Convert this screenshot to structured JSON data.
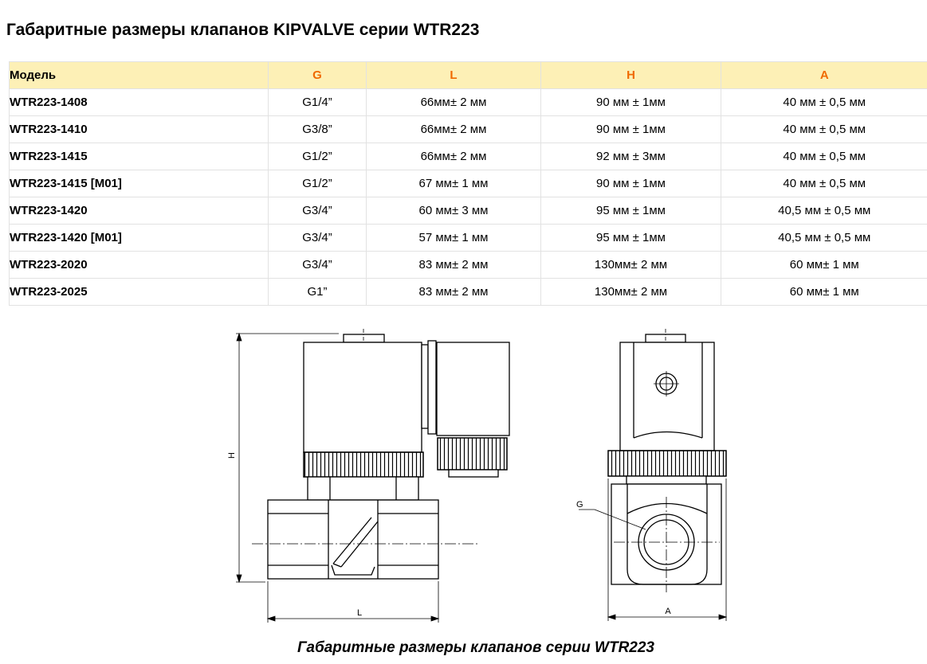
{
  "title": "Габаритные размеры клапанов KIPVALVE серии WTR223",
  "table": {
    "headers": [
      "Модель",
      "G",
      "L",
      "H",
      "A"
    ],
    "rows": [
      [
        "WTR223-1408",
        "G1/4”",
        "66мм± 2 мм",
        "90 мм ± 1мм",
        "40 мм ± 0,5 мм"
      ],
      [
        "WTR223-1410",
        "G3/8”",
        "66мм± 2 мм",
        "90 мм ± 1мм",
        "40 мм ± 0,5 мм"
      ],
      [
        "WTR223-1415",
        "G1/2”",
        "66мм± 2 мм",
        "92 мм ± 3мм",
        "40 мм ± 0,5 мм"
      ],
      [
        "WTR223-1415 [M01]",
        "G1/2”",
        "67 мм± 1 мм",
        "90 мм ± 1мм",
        "40 мм ± 0,5 мм"
      ],
      [
        "WTR223-1420",
        "G3/4”",
        "60 мм± 3 мм",
        "95 мм ± 1мм",
        "40,5 мм ± 0,5 мм"
      ],
      [
        "WTR223-1420 [M01]",
        "G3/4”",
        "57 мм± 1 мм",
        "95 мм ± 1мм",
        "40,5 мм ± 0,5 мм"
      ],
      [
        "WTR223-2020",
        "G3/4”",
        "83 мм± 2 мм",
        "130мм± 2 мм",
        "60 мм± 1 мм"
      ],
      [
        "WTR223-2025",
        "G1”",
        "83 мм± 2 мм",
        "130мм± 2 мм",
        "60 мм± 1 мм"
      ]
    ]
  },
  "drawing": {
    "label_h": "H",
    "label_l": "L",
    "label_g": "G",
    "label_a": "A"
  },
  "caption": "Габаритные размеры клапанов серии WTR223",
  "colors": {
    "header_bg": "#fdf0b6",
    "header_accent": "#f06a00",
    "grid_line": "#e2e2e2"
  }
}
